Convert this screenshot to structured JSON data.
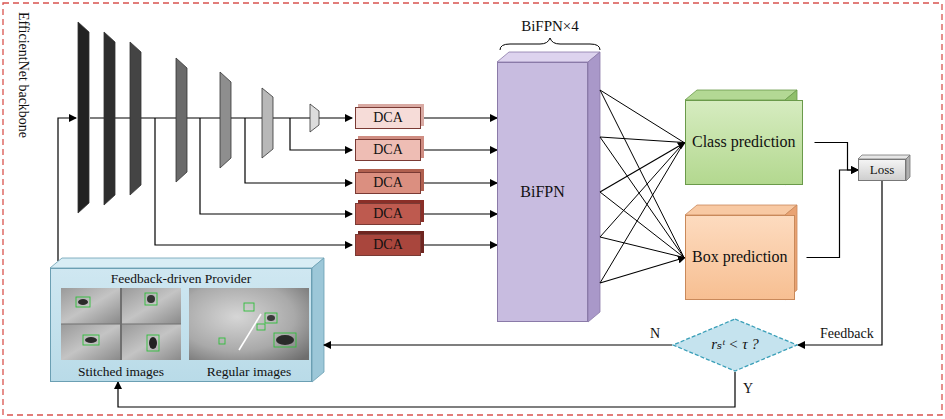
{
  "diagram": {
    "nodes": [
      {
        "text": [
          "DCA"
        ]
      },
      {
        "text": [
          "DCA"
        ]
      },
      {
        "text": [
          "DCA"
        ]
      },
      {
        "text": [
          "DCA"
        ]
      },
      {
        "text": [
          "DCA"
        ]
      },
      {
        "text": [
          "BiFPN"
        ]
      },
      {
        "text": [
          "Class prediction"
        ]
      },
      {
        "text": [
          "Box prediction"
        ]
      },
      {
        "text": [
          "Loss"
        ]
      },
      {
        "text": [
          "rₛᵗ < τ ?"
        ]
      },
      {
        "text": [
          "Feedback-driven Provider"
        ]
      },
      {
        "text": [
          "Stitched images"
        ],
        "in": 10
      },
      {
        "text": [
          "Regular images"
        ],
        "in": 10
      }
    ],
    "edges": [
      {
        "from": 0,
        "to": 5,
        "arrow": "to"
      },
      {
        "from": 1,
        "to": 5,
        "arrow": "to"
      },
      {
        "from": 2,
        "to": 5,
        "arrow": "to"
      },
      {
        "from": 3,
        "to": 5,
        "arrow": "to"
      },
      {
        "from": 4,
        "to": 5,
        "arrow": "to"
      },
      {
        "from": 5,
        "to": 6,
        "arrow": "to"
      },
      {
        "from": 5,
        "to": 7,
        "arrow": "to"
      },
      {
        "from": 6,
        "to": 8,
        "arrow": "to"
      },
      {
        "from": 7,
        "to": 8,
        "arrow": "to"
      },
      {
        "from": 8,
        "to": 9,
        "label": "Feedback",
        "arrow": "to"
      },
      {
        "from": 9,
        "to": 10,
        "label": "N",
        "arrow": "to"
      },
      {
        "from": 9,
        "to": 10,
        "label": "Y",
        "arrow": "to"
      }
    ],
    "labels": [
      "EfficientNet backbone",
      "BiFPN×4"
    ]
  }
}
